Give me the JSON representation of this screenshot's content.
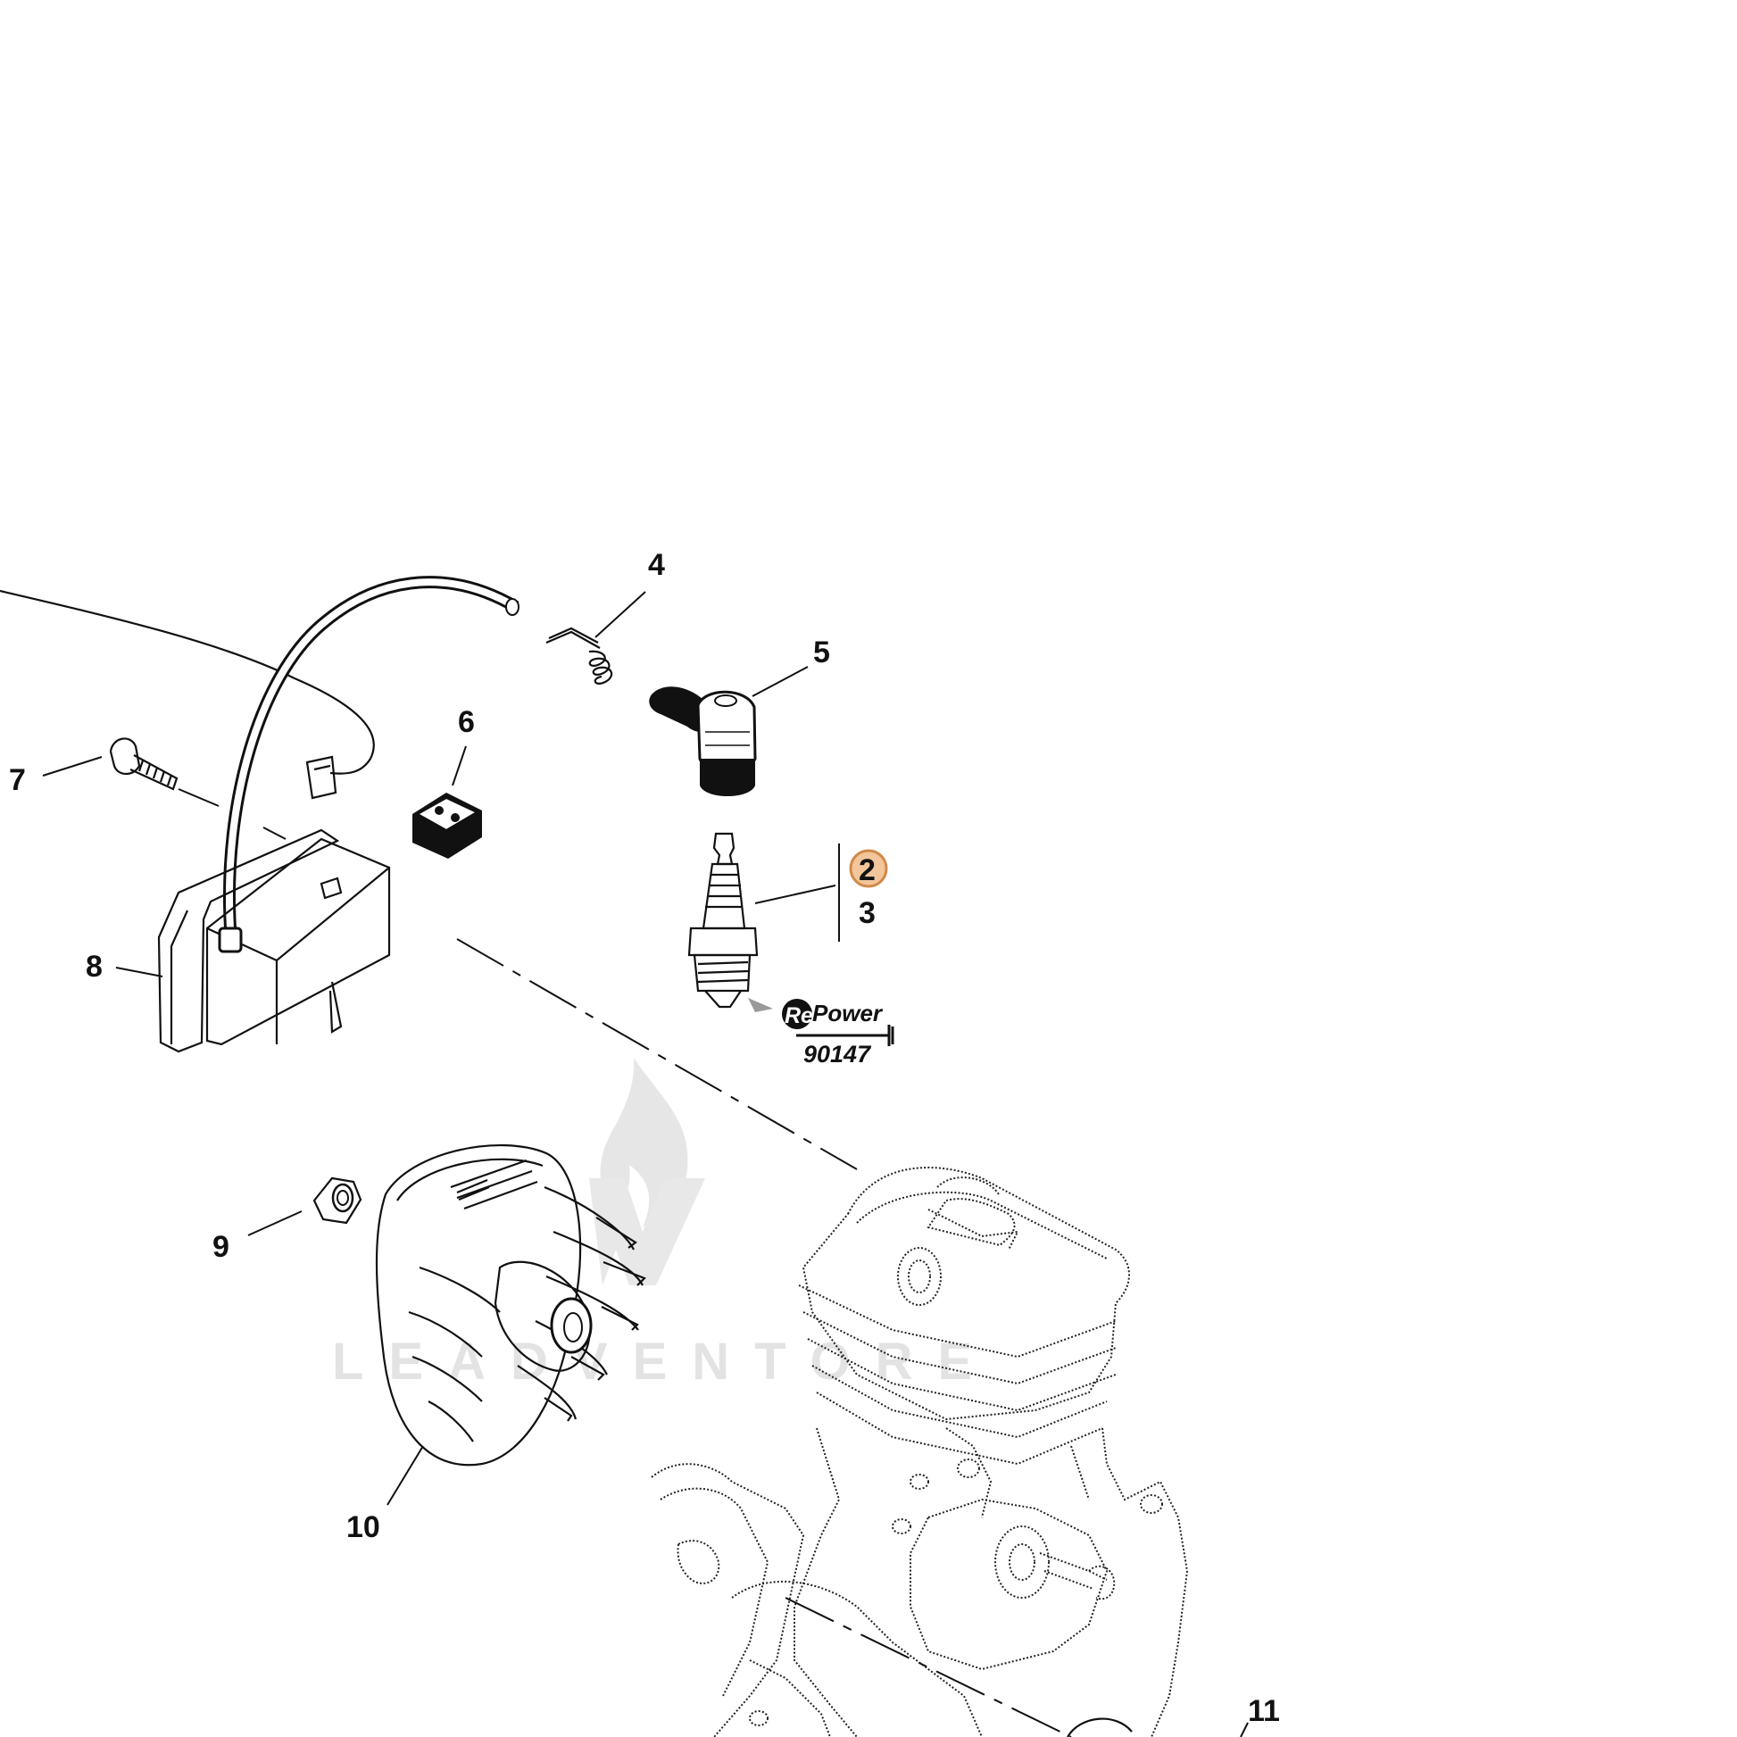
{
  "callouts": [
    {
      "id": "4",
      "label": "4"
    },
    {
      "id": "5",
      "label": "5"
    },
    {
      "id": "6",
      "label": "6"
    },
    {
      "id": "7",
      "label": "7"
    },
    {
      "id": "8",
      "label": "8"
    },
    {
      "id": "2",
      "label": "2",
      "highlighted": true
    },
    {
      "id": "3",
      "label": "3"
    },
    {
      "id": "9",
      "label": "9"
    },
    {
      "id": "10",
      "label": "10"
    },
    {
      "id": "11",
      "label": "11"
    }
  ],
  "repower": {
    "brand_prefix": "Re",
    "brand_suffix": "Power",
    "code": "90147"
  },
  "watermark": {
    "text": "LEADVENTORE"
  },
  "colors": {
    "line": "#111111",
    "highlight_fill": "#f2c59a",
    "highlight_stroke": "#d08a4a",
    "watermark": "#e3e3e3"
  }
}
